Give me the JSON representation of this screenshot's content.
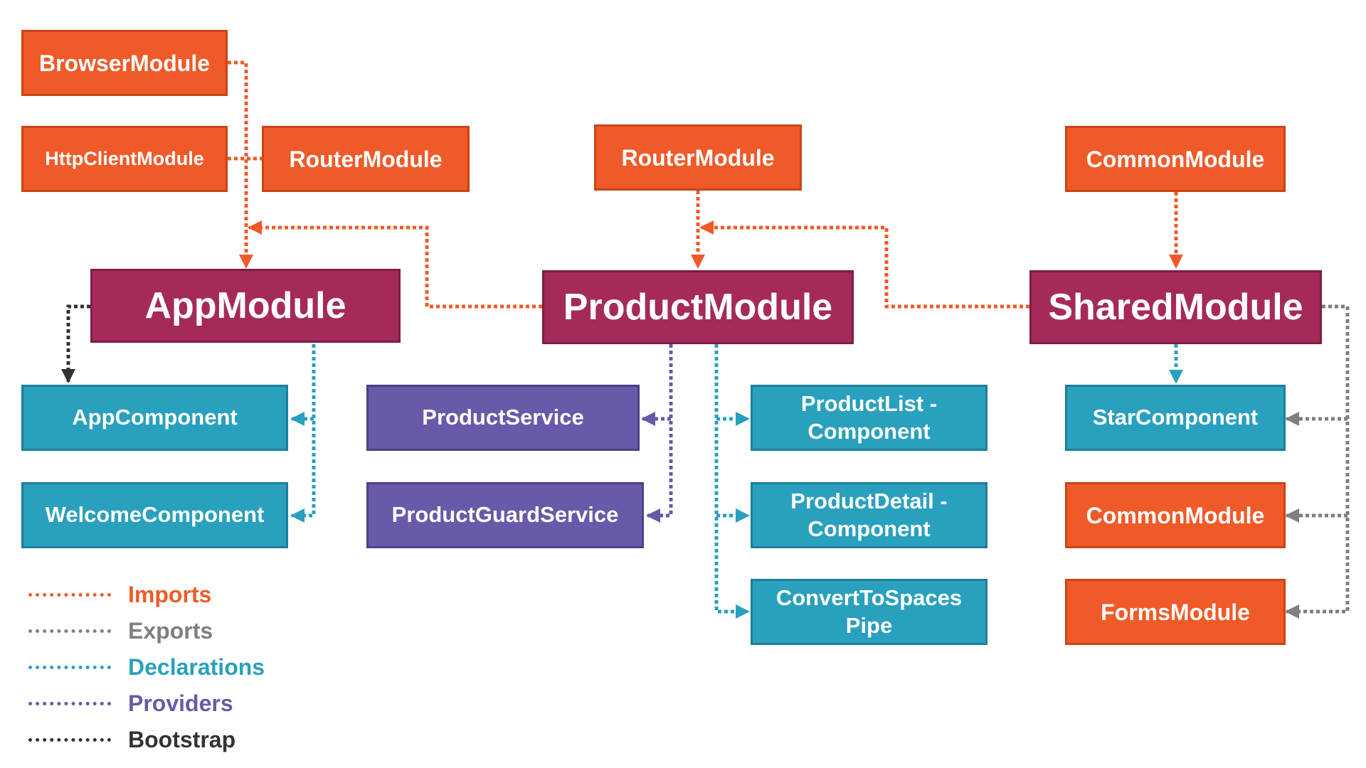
{
  "colors": {
    "imports": "#f05a28",
    "exports": "#7f7f7f",
    "declarations": "#29a0be",
    "providers": "#6a58a8",
    "bootstrap": "#333333"
  },
  "nodes": {
    "browserModule": "BrowserModule",
    "httpClientModule": "HttpClientModule",
    "routerModuleApp": "RouterModule",
    "routerModuleProduct": "RouterModule",
    "commonModuleTop": "CommonModule",
    "appModule": "AppModule",
    "productModule": "ProductModule",
    "sharedModule": "SharedModule",
    "appComponent": "AppComponent",
    "welcomeComponent": "WelcomeComponent",
    "productService": "ProductService",
    "productGuardService": "ProductGuardService",
    "productListComponent": "ProductList -\nComponent",
    "productDetailComponent": "ProductDetail -\nComponent",
    "convertToSpacesPipe": "ConvertToSpaces\nPipe",
    "starComponent": "StarComponent",
    "commonModuleExport": "CommonModule",
    "formsModule": "FormsModule"
  },
  "legend": {
    "imports": "Imports",
    "exports": "Exports",
    "declarations": "Declarations",
    "providers": "Providers",
    "bootstrap": "Bootstrap"
  }
}
